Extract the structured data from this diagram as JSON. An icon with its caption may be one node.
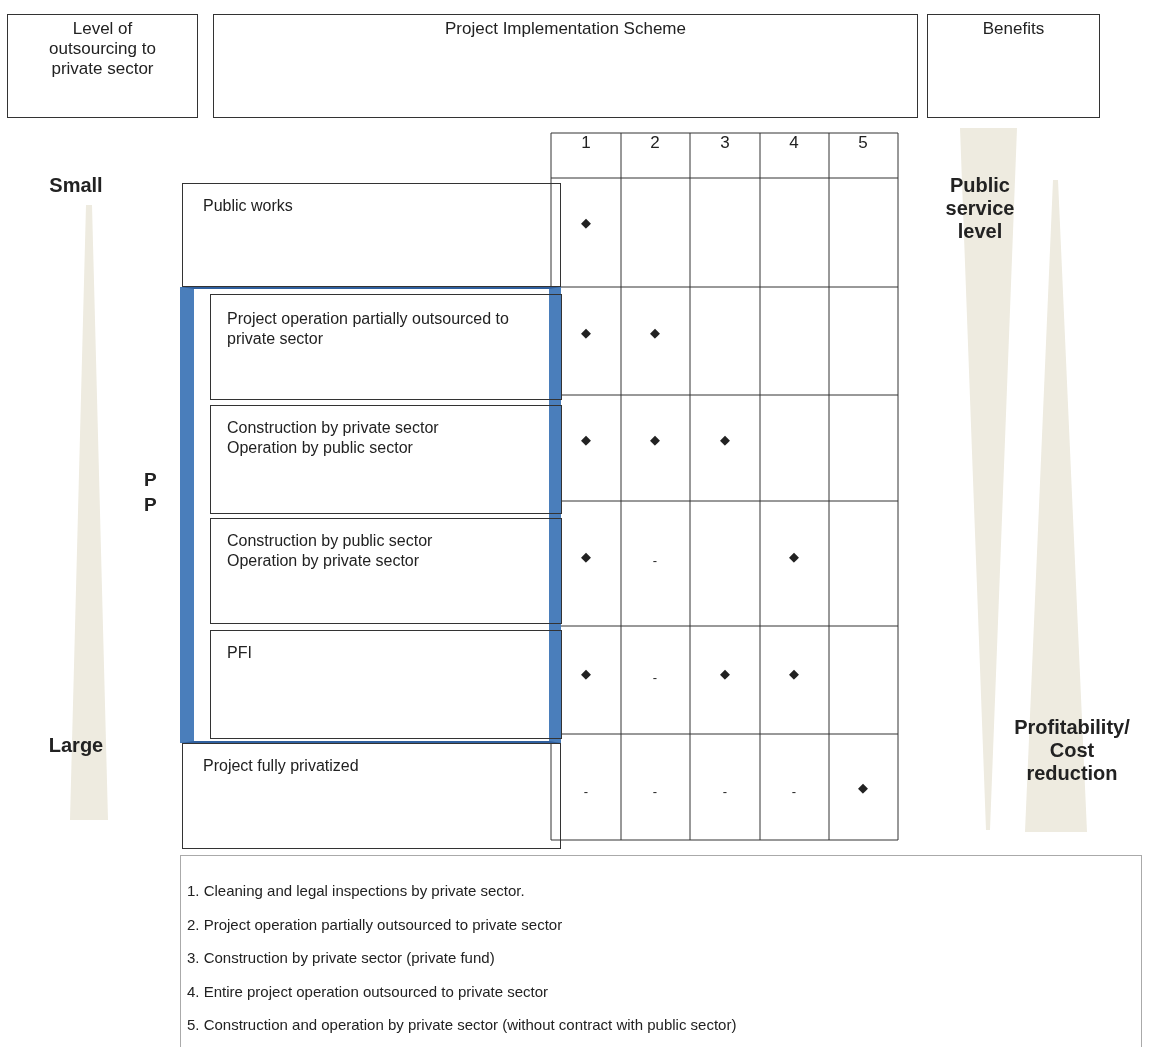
{
  "diagram": {
    "nodes": [
      {
        "text": [
          "Level of outsourcing to private sector"
        ]
      },
      {
        "text": [
          "Project Implementation Scheme"
        ]
      },
      {
        "text": [
          "Benefits"
        ]
      },
      {
        "text": [
          "Public works"
        ]
      },
      {
        "text": [
          "P P"
        ]
      },
      {
        "text": [
          "Project operation partially outsourced to private sector"
        ],
        "in": 4
      },
      {
        "text": [
          "Construction by private sector",
          "Operation by public sector"
        ],
        "in": 4
      },
      {
        "text": [
          "Construction by public sector",
          "Operation by private sector"
        ],
        "in": 4
      },
      {
        "text": [
          "PFI"
        ],
        "in": 4
      },
      {
        "text": [
          "Project fully privatized"
        ]
      },
      {
        "text": [],
        "shape": "triangle"
      },
      {
        "text": [],
        "shape": "triangle"
      },
      {
        "text": [],
        "shape": "triangle"
      },
      {
        "text": [
          "1. Cleaning and legal inspections by private sector.",
          "2. Project operation partially outsourced to private sector",
          "3. Construction by private sector (private fund)",
          "4. Entire project operation outsourced to private sector",
          "5. Construction and operation by private sector (without contract with public sector)"
        ]
      }
    ],
    "labels": [
      "1",
      "2",
      "3",
      "4",
      "5",
      "Small",
      "Public service level",
      "◆",
      "◆",
      "◆",
      "◆",
      "◆",
      "◆",
      "◆",
      "-",
      "◆",
      "◆",
      "-",
      "◆",
      "◆",
      "Large",
      "-",
      "-",
      "-",
      "-",
      "◆",
      "Profitability/ Cost reduction"
    ]
  }
}
